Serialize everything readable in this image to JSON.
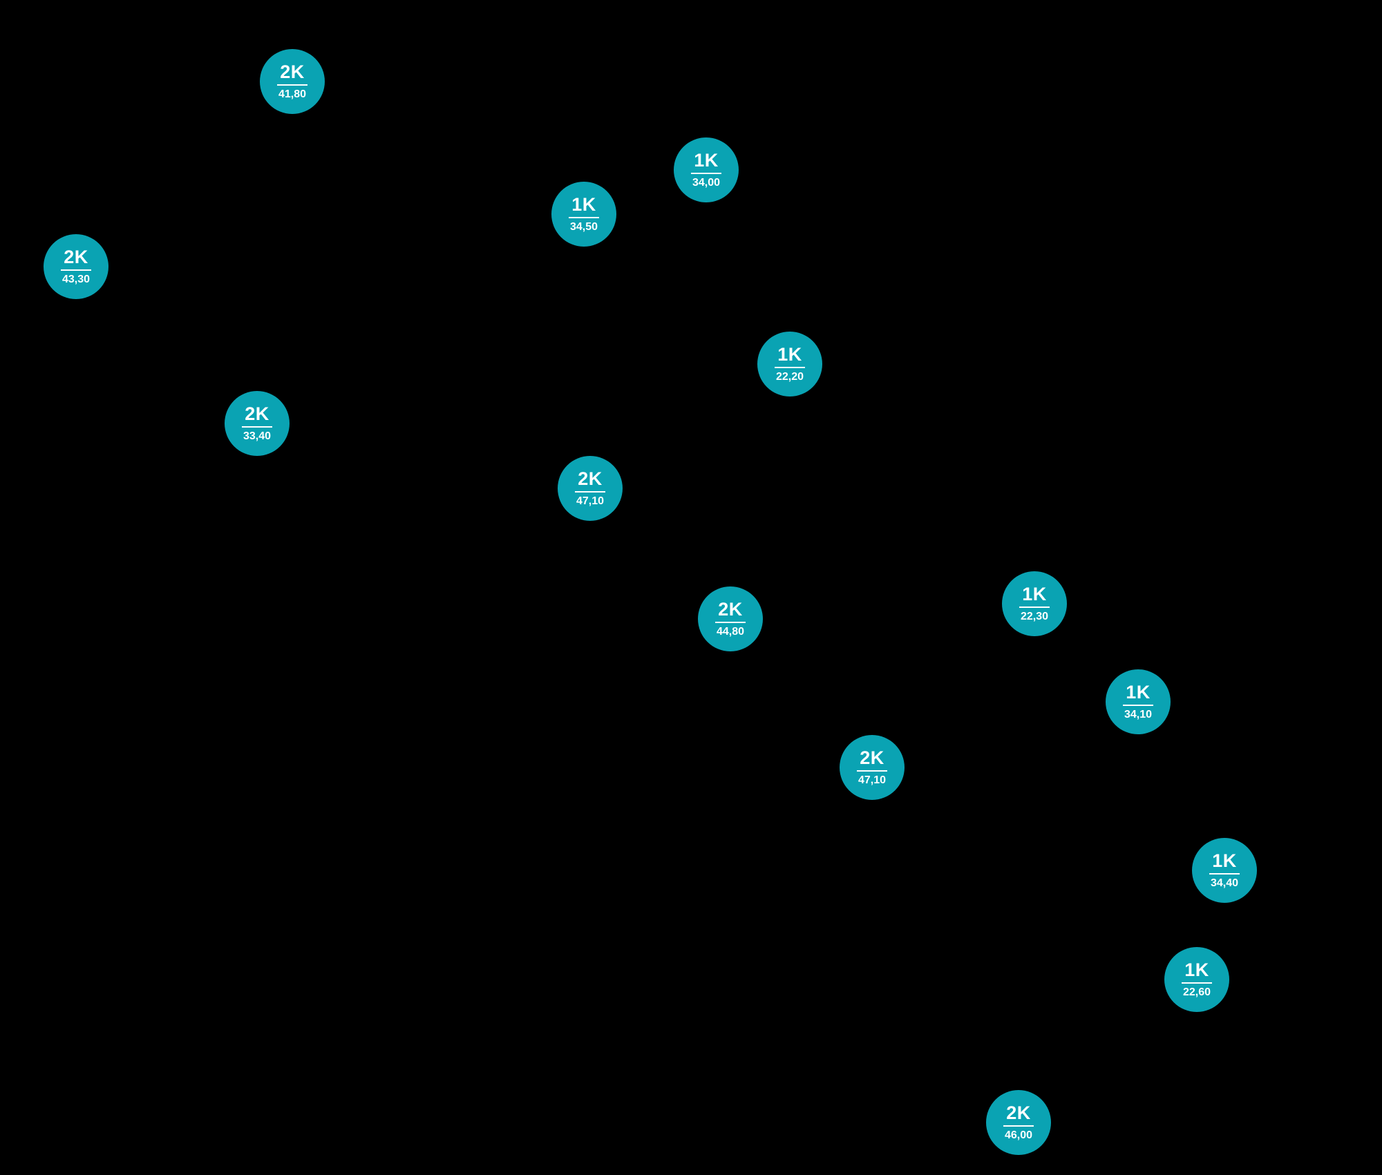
{
  "map": {
    "background_color": "#000000",
    "marker_color": "#0aa3b3",
    "marker_text_color": "#ffffff",
    "markers": [
      {
        "rooms": "2K",
        "area": "41,80"
      },
      {
        "rooms": "1K",
        "area": "34,00"
      },
      {
        "rooms": "1K",
        "area": "34,50"
      },
      {
        "rooms": "2K",
        "area": "43,30"
      },
      {
        "rooms": "1K",
        "area": "22,20"
      },
      {
        "rooms": "2K",
        "area": "33,40"
      },
      {
        "rooms": "2K",
        "area": "47,10"
      },
      {
        "rooms": "2K",
        "area": "44,80"
      },
      {
        "rooms": "1K",
        "area": "22,30"
      },
      {
        "rooms": "1K",
        "area": "34,10"
      },
      {
        "rooms": "2K",
        "area": "47,10"
      },
      {
        "rooms": "1K",
        "area": "34,40"
      },
      {
        "rooms": "1K",
        "area": "22,60"
      },
      {
        "rooms": "2K",
        "area": "46,00"
      }
    ]
  }
}
